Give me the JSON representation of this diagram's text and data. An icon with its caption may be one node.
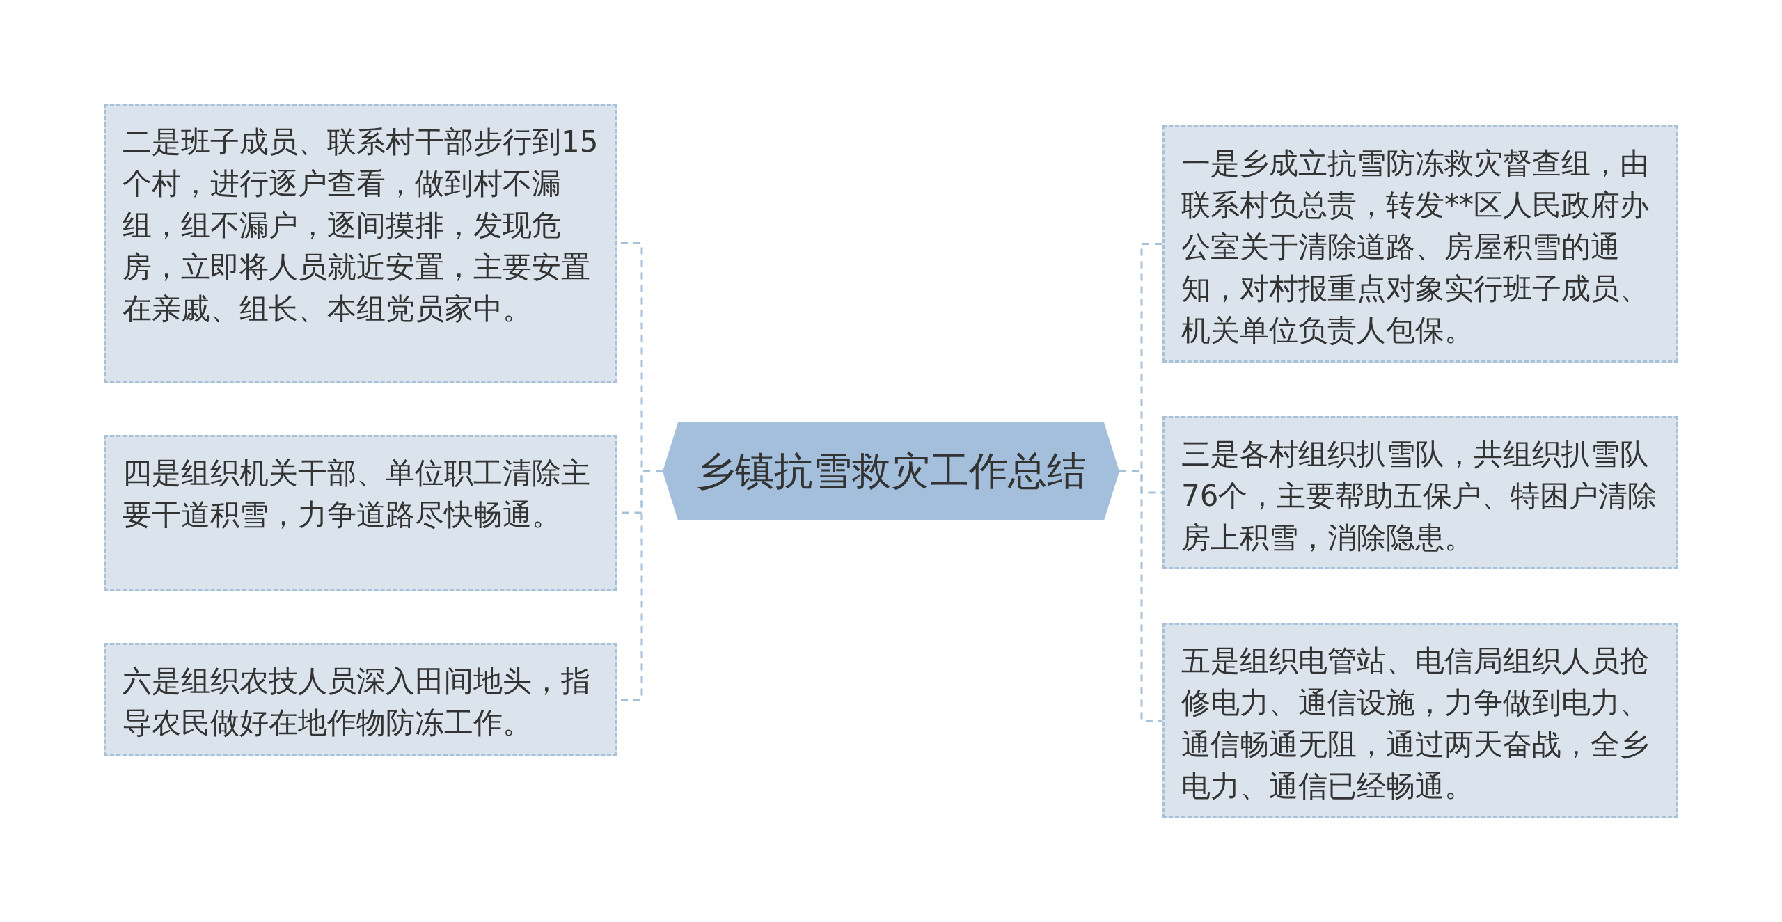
{
  "diagram": {
    "nodes": [
      {
        "text": [
          "乡镇抗雪救灾工作总结"
        ]
      },
      {
        "text": [
          "二是班子成员、联系村干部步行到15个村，进行逐户查看，做到村不漏组，组不漏户，逐间摸排，发现危房，立即将人员就近安置，主要安置在亲戚、组长、本组党员家中。"
        ]
      },
      {
        "text": [
          "四是组织机关干部、单位职工清除主要干道积雪，力争道路尽快畅通。"
        ]
      },
      {
        "text": [
          "六是组织农技人员深入田间地头，指导农民做好在地作物防冻工作。"
        ]
      },
      {
        "text": [
          "一是乡成立抗雪防冻救灾督查组，由联系村负总责，转发**区人民政府办公室关于清除道路、房屋积雪的通知，对村报重点对象实行班子成员、机关单位负责人包保。"
        ]
      },
      {
        "text": [
          "三是各村组织扒雪队，共组织扒雪队76个，主要帮助五保户、特困户清除房上积雪，消除隐患。"
        ]
      },
      {
        "text": [
          "五是组织电管站、电信局组织人员抢修电力、通信设施，力争做到电力、通信畅通无阻，通过两天奋战，全乡电力、通信已经畅通。"
        ]
      }
    ],
    "edges": [
      {
        "from": 0,
        "to": 1,
        "arrow": "none",
        "style": "dashed"
      },
      {
        "from": 0,
        "to": 2,
        "arrow": "none",
        "style": "dashed"
      },
      {
        "from": 0,
        "to": 3,
        "arrow": "none",
        "style": "dashed"
      },
      {
        "from": 0,
        "to": 4,
        "arrow": "none",
        "style": "dashed"
      },
      {
        "from": 0,
        "to": 5,
        "arrow": "none",
        "style": "dashed"
      },
      {
        "from": 0,
        "to": 6,
        "arrow": "none",
        "style": "dashed"
      }
    ]
  }
}
